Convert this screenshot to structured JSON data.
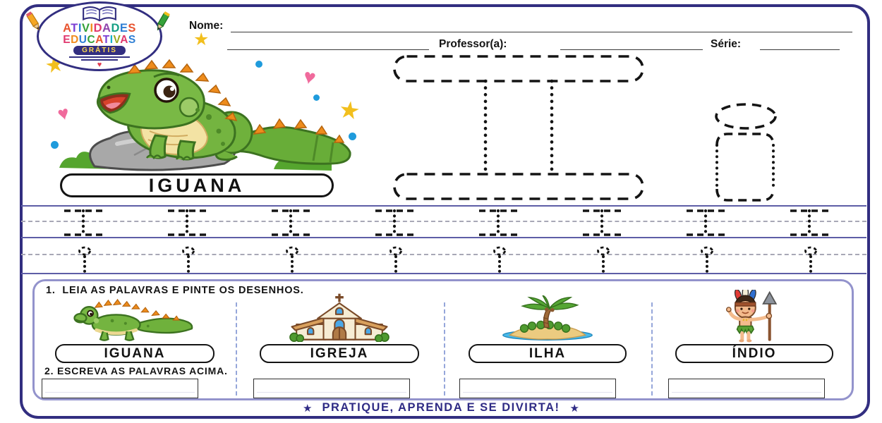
{
  "logo": {
    "line1": "ATIVIDADES",
    "line1_colors": [
      "#e8542f",
      "#7b3fd4",
      "#2f7fd4",
      "#35a23a",
      "#f08c1e",
      "#e0386e",
      "#8e44ad",
      "#16a085",
      "#2f7fd4",
      "#e8542f"
    ],
    "line2": "EDUCATIVAS",
    "line2_colors": [
      "#e0386e",
      "#f08c1e",
      "#2f7fd4",
      "#35a23a",
      "#e8542f",
      "#7b3fd4",
      "#18b2c9",
      "#9aa81f",
      "#e0386e",
      "#2f7fd4"
    ],
    "banner": "GRÁTIS",
    "heart": "♥"
  },
  "header": {
    "name_label": "Nome:",
    "professor_label": "Professor(a):",
    "serie_label": "Série:"
  },
  "flashcard": {
    "word": "IGUANA"
  },
  "tracing": {
    "uppercase_letter": "I",
    "lowercase_letter": "i",
    "row1_repetitions": 8,
    "row2_repetitions": 8
  },
  "activity1": {
    "number": "1.",
    "title": "LEIA AS PALAVRAS E PINTE OS DESENHOS.",
    "items": [
      {
        "word": "IGUANA"
      },
      {
        "word": "IGREJA"
      },
      {
        "word": "ILHA"
      },
      {
        "word": "ÍNDIO"
      }
    ]
  },
  "activity2": {
    "number": "2.",
    "title": "ESCREVA AS PALAVRAS ACIMA."
  },
  "footer": {
    "star": "★",
    "text": "PRATIQUE, APRENDA E SE DIVIRTA!"
  },
  "decorations": {
    "star": "★",
    "heart": "♥"
  },
  "colors": {
    "accent": "#322e80",
    "panel_border": "#9393cc",
    "gold_star": "#f2bf1d",
    "pink_heart": "#f06a9c",
    "blue_dot": "#1f9bdc",
    "iguana_green": "#74b440",
    "spike_orange": "#ee8c1c"
  }
}
